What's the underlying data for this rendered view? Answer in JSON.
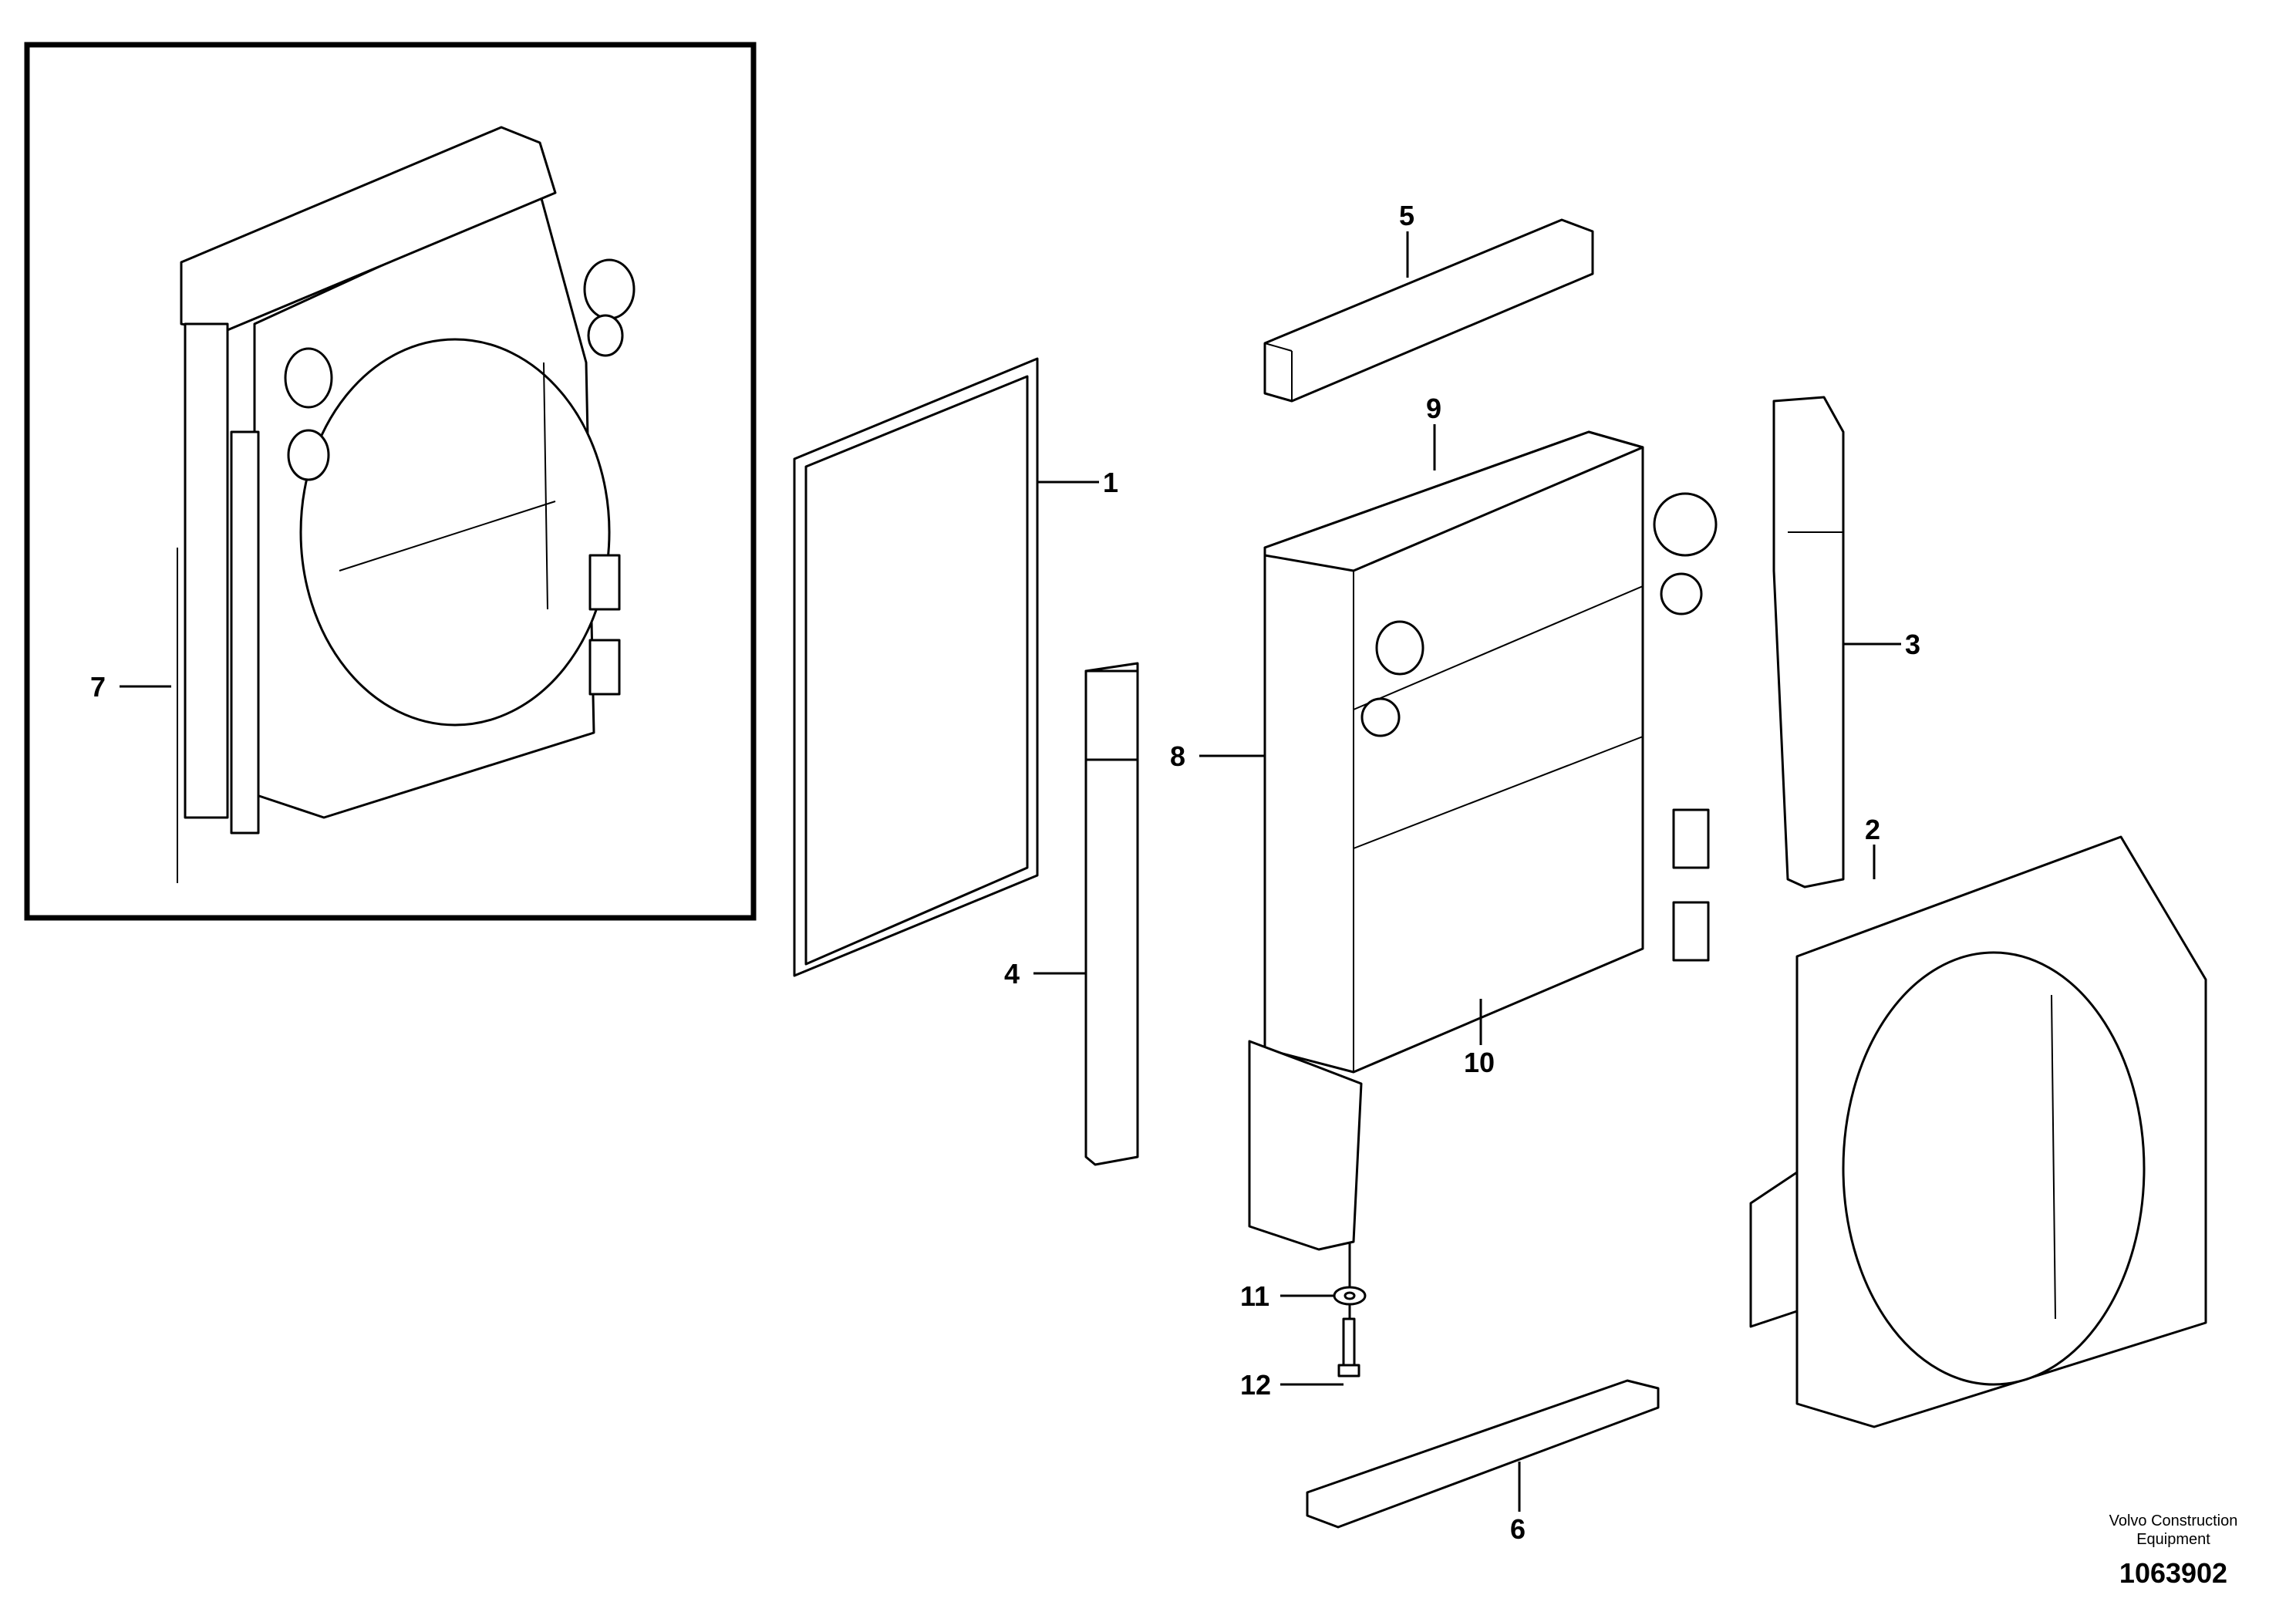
{
  "callouts": {
    "c1": "1",
    "c2": "2",
    "c3": "3",
    "c4": "4",
    "c5": "5",
    "c6": "6",
    "c7": "7",
    "c8": "8",
    "c9": "9",
    "c10": "10",
    "c11": "11",
    "c12": "12"
  },
  "footer": {
    "credit_line1": "Volvo Construction",
    "credit_line2": "Equipment",
    "document_number": "1063902"
  }
}
